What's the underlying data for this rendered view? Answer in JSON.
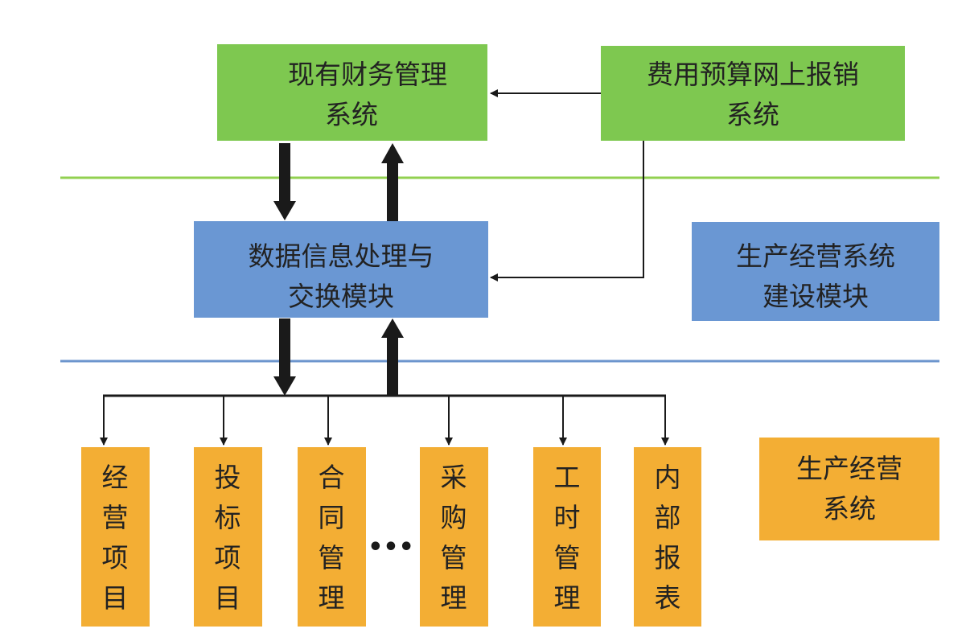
{
  "colors": {
    "green": "#7ec850",
    "blue": "#6a97d3",
    "orange": "#f3ae34",
    "green_line": "#92d050",
    "blue_line": "#6c95cd",
    "arrow": "#1a1a1a"
  },
  "top": {
    "finance": {
      "line1": "现有财务管理",
      "line2": "系统"
    },
    "expense": {
      "line1": "费用预算网上报销",
      "line2": "系统"
    }
  },
  "middle": {
    "exchange": {
      "line1": "数据信息处理与",
      "line2": "交换模块"
    },
    "build": {
      "line1": "生产经营系统",
      "line2": "建设模块"
    }
  },
  "bottom": {
    "modules": [
      {
        "chars": [
          "经",
          "营",
          "项",
          "目"
        ]
      },
      {
        "chars": [
          "投",
          "标",
          "项",
          "目"
        ]
      },
      {
        "chars": [
          "合",
          "同",
          "管",
          "理"
        ]
      },
      {
        "chars": [
          "采",
          "购",
          "管",
          "理"
        ]
      },
      {
        "chars": [
          "工",
          "时",
          "管",
          "理"
        ]
      },
      {
        "chars": [
          "内",
          "部",
          "报",
          "表"
        ]
      }
    ],
    "ellipsis": "•••",
    "label": {
      "line1": "生产经营",
      "line2": "系统"
    }
  }
}
